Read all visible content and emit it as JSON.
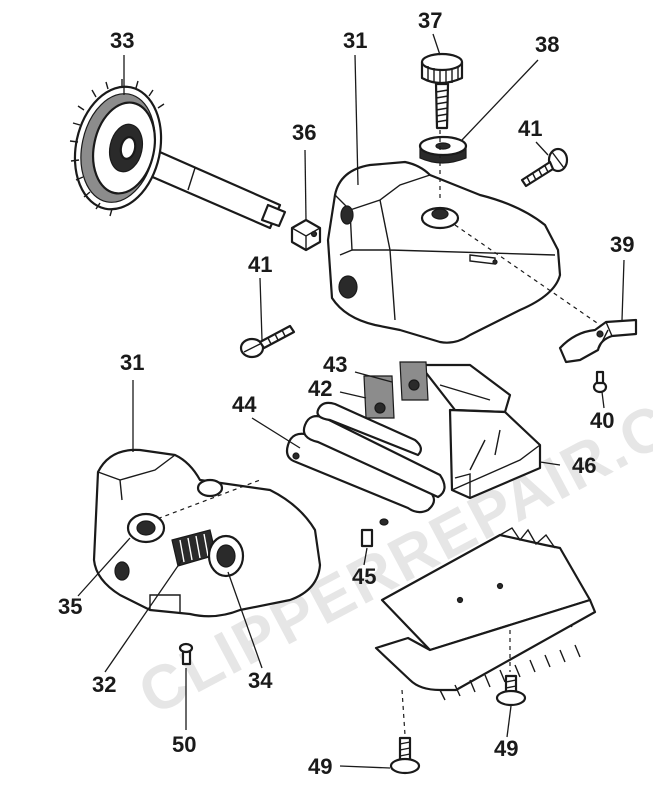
{
  "watermark": "CLIPPERREPAIR.COM",
  "callouts": {
    "p31_top": "31",
    "p31_bottom": "31",
    "p32": "32",
    "p33": "33",
    "p34": "34",
    "p35": "35",
    "p36": "36",
    "p37": "37",
    "p38": "38",
    "p39": "39",
    "p40": "40",
    "p41_right": "41",
    "p41_left": "41",
    "p42": "42",
    "p43": "43",
    "p44": "44",
    "p45": "45",
    "p46": "46",
    "p49_left": "49",
    "p49_right": "49",
    "p50": "50"
  }
}
